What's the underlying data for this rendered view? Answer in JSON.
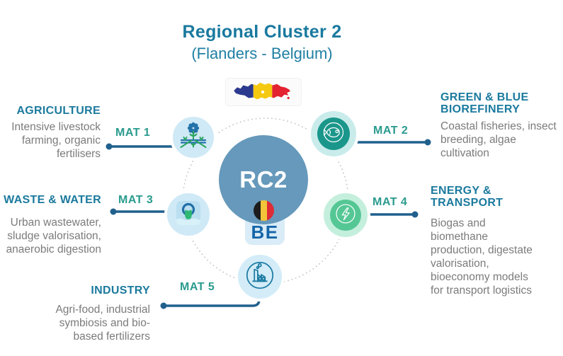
{
  "title": "Regional Cluster 2",
  "subtitle": "(Flanders - Belgium)",
  "center": {
    "label": "RC2",
    "country": "BE"
  },
  "sectors": {
    "agriculture": {
      "heading": "AGRICULTURE",
      "description": "Intensive livestock farming, organic fertilisers",
      "mat": "MAT 1",
      "icon": "plant-icon"
    },
    "biorefinery": {
      "heading": "GREEN & BLUE BIOREFINERY",
      "description": "Coastal fisheries, insect breeding, algae cultivation",
      "mat": "MAT 2",
      "icon": "fish-icon"
    },
    "waste_water": {
      "heading": "WASTE & WATER",
      "description": "Urban wastewater, sludge valorisation, anaerobic digestion",
      "mat": "MAT 3",
      "icon": "wastewater-icon"
    },
    "energy_transport": {
      "heading": "ENERGY & TRANSPORT",
      "description": "Biogas and biomethane production, digestate valorisation, bioeconomy models for transport logistics",
      "mat": "MAT 4",
      "icon": "lightning-icon"
    },
    "industry": {
      "heading": "INDUSTRY",
      "description": "Agri-food, industrial symbiosis and bio-based fertilizers",
      "mat": "MAT 5",
      "icon": "factory-icon"
    }
  },
  "colors": {
    "heading_teal": "#1b7a9e",
    "mat_label_teal": "#2a9b8e",
    "connector_blue": "#20608d",
    "center_circle_blue": "#6699bb",
    "body_gray": "#7b7b7b",
    "node_light_blue": "#cfe9f6",
    "node_teal_fill": "#1b968b",
    "node_green_fill": "#55c795",
    "flag_black": "#1c1c1c",
    "flag_yellow": "#f3c53a",
    "flag_red": "#dd2c35",
    "map_navy": "#2b3a8f",
    "map_yellow": "#f5c90f",
    "map_red": "#e32330"
  }
}
